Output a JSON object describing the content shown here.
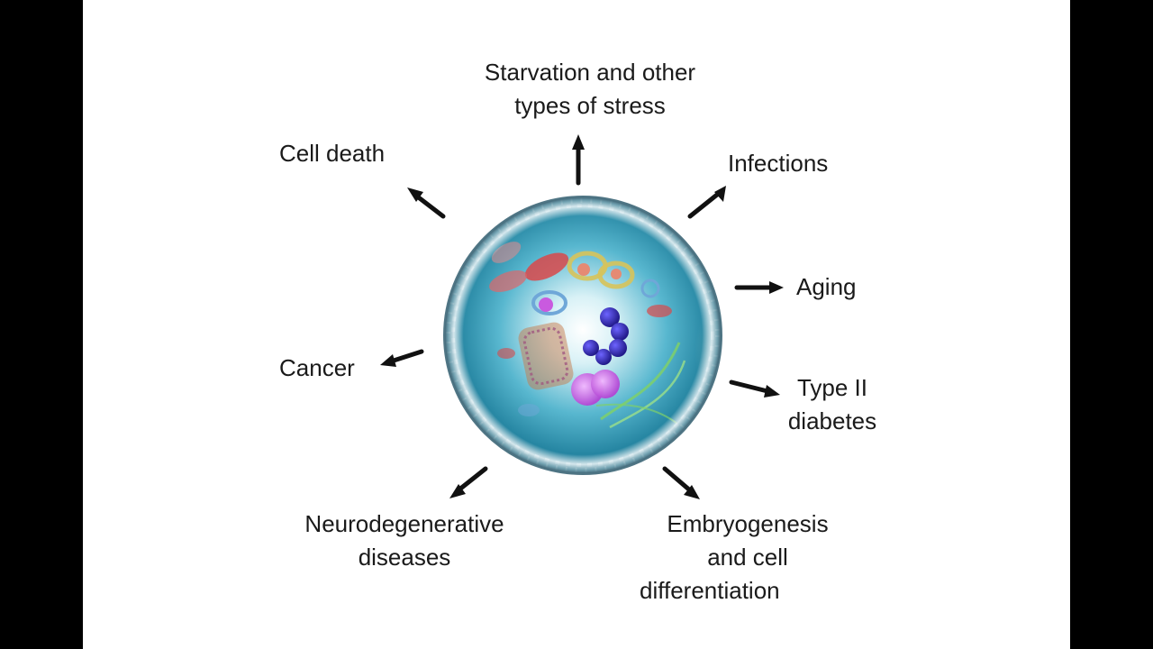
{
  "colors": {
    "page_background": "#ffffff",
    "side_bars": "#000000",
    "text": "#1a1a1a",
    "arrow": "#111111",
    "cell_membrane": "#e8eef2",
    "cytoplasm": "#2f9bb8",
    "cytoplasm_light": "#bfe6f0",
    "nucleus_purple": "#3a2fa8",
    "vesicle_pink": "#c95adf",
    "mitochondria_red": "#d9484a",
    "er_orange": "#c77a4a",
    "filament_green": "#7fd06a"
  },
  "icons": {
    "center": "cell-illustration-icon"
  },
  "labels": {
    "starvation": [
      "Starvation and other",
      "types of stress"
    ],
    "cell_death": [
      "Cell death"
    ],
    "infections": [
      "Infections"
    ],
    "aging": [
      "Aging"
    ],
    "cancer": [
      "Cancer"
    ],
    "type2": [
      "Type II",
      "diabetes"
    ],
    "neuro": [
      "Neurodegenerative",
      "diseases"
    ],
    "embryo": [
      "Embryogenesis",
      "and cell",
      "differentiation"
    ]
  }
}
